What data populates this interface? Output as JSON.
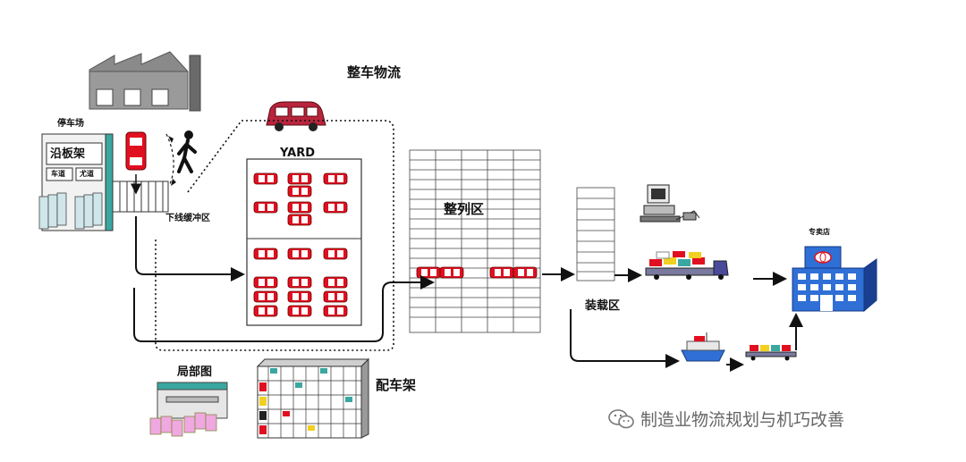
{
  "labels": {
    "vehicle_logistics": "整车物流",
    "parking": "停车场",
    "loading_shelf": "沿板架",
    "sub1": "车道",
    "sub2": "尤道",
    "buffer": "下线缓冲区",
    "yard": "YARD",
    "arrange_zone": "整列区",
    "ship_zone": "装载区",
    "dealer": "专卖店",
    "parts_area": "局部图",
    "car_rack": "配车架"
  },
  "watermark": {
    "text": "制造业物流规划与机巧改善"
  },
  "colors": {
    "car_red": "#e01020",
    "building_blue": "#2f6fd6",
    "gray_building": "#8a8a8a",
    "pink": "#f0a8e0",
    "teal": "#3aa7a0"
  }
}
